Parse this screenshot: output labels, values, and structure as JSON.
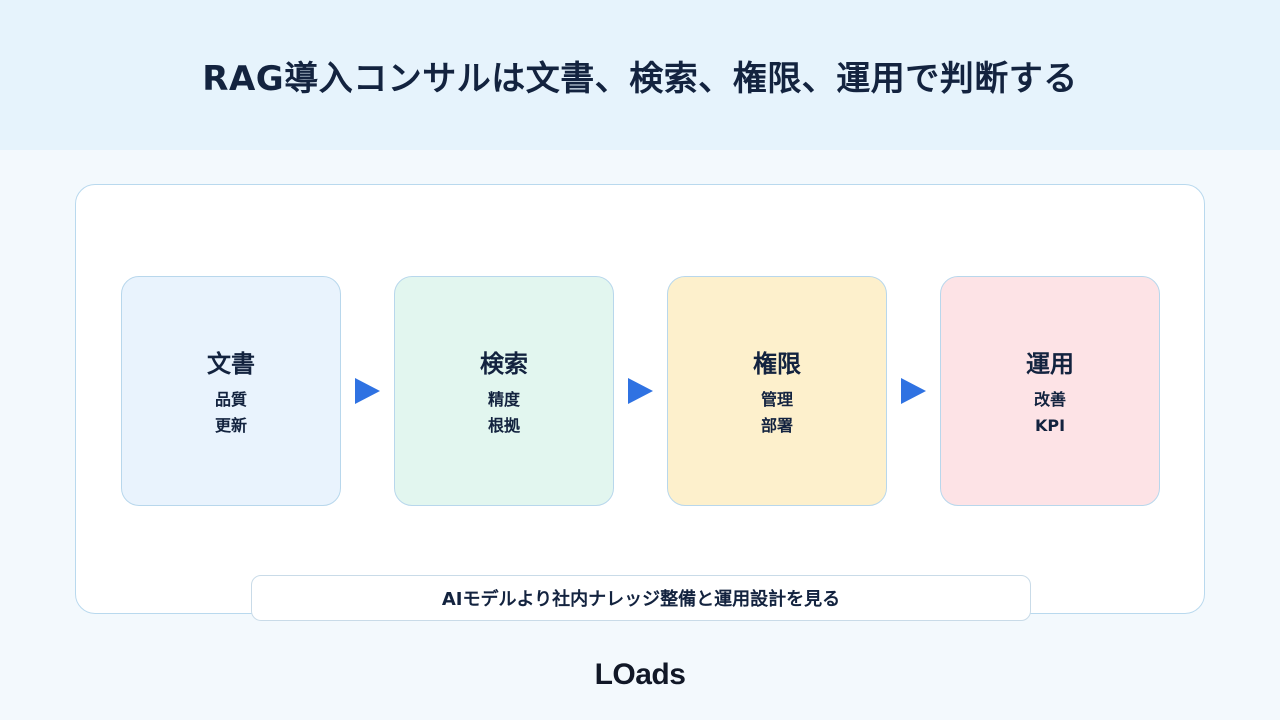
{
  "header": {
    "title": "RAG導入コンサルは文書、検索、権限、運用で判断する"
  },
  "steps": [
    {
      "title": "文書",
      "lines": [
        "品質",
        "更新"
      ],
      "color": "#e9f3fd"
    },
    {
      "title": "検索",
      "lines": [
        "精度",
        "根拠"
      ],
      "color": "#e2f6ef"
    },
    {
      "title": "権限",
      "lines": [
        "管理",
        "部署"
      ],
      "color": "#fdf0cc"
    },
    {
      "title": "運用",
      "lines": [
        "改善",
        "KPI"
      ],
      "color": "#fde3e6"
    }
  ],
  "caption": "AIモデルより社内ナレッジ整備と運用設計を見る",
  "logo": "LOads",
  "colors": {
    "accent": "#2f72e2",
    "header_bg": "#e6f3fc",
    "text": "#13233f"
  }
}
